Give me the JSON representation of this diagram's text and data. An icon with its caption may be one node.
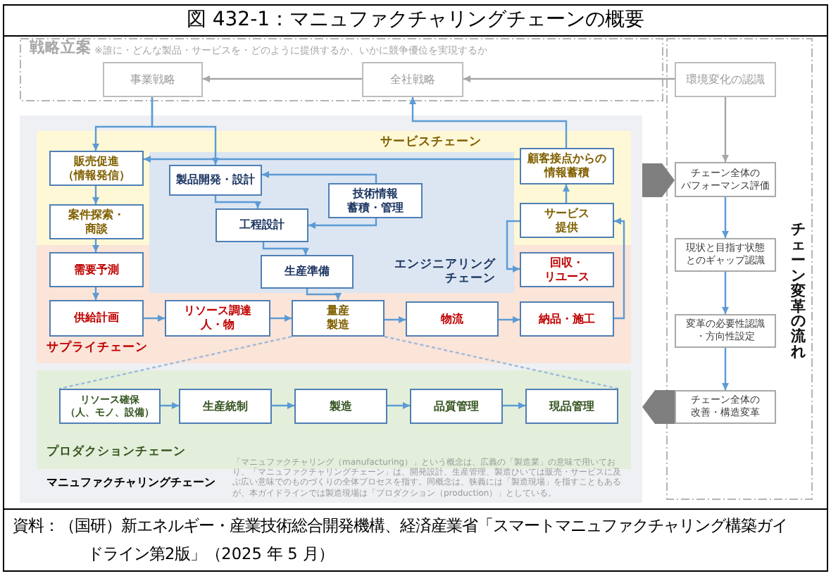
{
  "diagram": {
    "title": "図 432-1：マニュファクチャリングチェーンの概要",
    "nodes": [
      {
        "text": [
          "戦略立案",
          "※誰に・どんな製品・サービスを・どのように提供するか、いかに競争優位を実現するか"
        ]
      },
      {
        "text": [
          "事業戦略"
        ],
        "in": 0
      },
      {
        "text": [
          "全社戦略"
        ],
        "in": 0
      },
      {
        "text": [
          "チェーン変革の流れ"
        ]
      },
      {
        "text": [
          "環境変化の認識"
        ],
        "in": 3
      },
      {
        "text": [
          "チェーン全体のパフォーマンス評価"
        ],
        "in": 3
      },
      {
        "text": [
          "現状と目指す状態とのギャップ認識"
        ],
        "in": 3
      },
      {
        "text": [
          "変革の必要性認識・方向性設定"
        ],
        "in": 3
      },
      {
        "text": [
          "チェーン全体の改善・構造変革"
        ],
        "in": 3
      },
      {
        "text": [
          "マニュファクチャリングチェーン"
        ]
      },
      {
        "text": [
          "サービスチェーン"
        ],
        "in": 9
      },
      {
        "text": [
          "販売促進（情報発信）"
        ],
        "in": 10
      },
      {
        "text": [],
        "shape": "box",
        "in": 10
      },
      {
        "text": [
          "製品開発・設計"
        ],
        "in": 12
      },
      {
        "text": [
          "顧客接点からの情報蓄積"
        ],
        "in": 10
      },
      {
        "text": [
          "技術情報蓄積・管理"
        ],
        "in": 12
      },
      {
        "text": [
          "工程設計"
        ],
        "in": 12
      },
      {
        "text": [
          "案件探索・商談"
        ],
        "in": 10
      },
      {
        "text": [
          "サービス提供"
        ],
        "in": 10
      },
      {
        "text": [
          "サプライチェーン"
        ],
        "in": 9
      },
      {
        "text": [
          "エンジニアリングチェーン"
        ],
        "in": 19
      },
      {
        "text": [
          "需要予測"
        ],
        "in": 19
      },
      {
        "text": [
          "生産準備"
        ],
        "in": 20
      },
      {
        "text": [
          "回収・リユース"
        ],
        "in": 19
      },
      {
        "text": [
          "供給計画"
        ],
        "in": 19
      },
      {
        "text": [
          "リソース調達人・物"
        ],
        "in": 19
      },
      {
        "text": [
          "量産製造"
        ],
        "in": 19
      },
      {
        "text": [
          "物流"
        ],
        "in": 19
      },
      {
        "text": [
          "納品・施工"
        ],
        "in": 19
      },
      {
        "text": [
          "プロダクションチェーン"
        ],
        "in": 9
      },
      {
        "text": [
          "リソース確保（人、モノ、設備）"
        ],
        "in": 29
      },
      {
        "text": [
          "生産統制"
        ],
        "in": 29
      },
      {
        "text": [
          "製造"
        ],
        "in": 29
      },
      {
        "text": [
          "品質管理"
        ],
        "in": 29
      },
      {
        "text": [
          "現品管理"
        ],
        "in": 29
      }
    ],
    "edges": [
      {
        "from": 4,
        "to": 2,
        "arrow": "to",
        "color": "#a6a6a6"
      },
      {
        "from": 2,
        "to": 1,
        "arrow": "to",
        "color": "#a6a6a6"
      },
      {
        "from": 1,
        "to": 11,
        "arrow": "to"
      },
      {
        "from": 1,
        "to": 13,
        "arrow": "to"
      },
      {
        "from": 14,
        "to": 2,
        "arrow": "to"
      },
      {
        "from": 14,
        "to": 11,
        "arrow": "to"
      },
      {
        "from": 15,
        "to": 13,
        "arrow": "to"
      },
      {
        "from": 15,
        "to": 16,
        "arrow": "to"
      },
      {
        "from": 13,
        "to": 16,
        "arrow": "to"
      },
      {
        "from": 16,
        "to": 22,
        "arrow": "to"
      },
      {
        "from": 22,
        "to": 26,
        "arrow": "to"
      },
      {
        "from": 11,
        "to": 17,
        "arrow": "to"
      },
      {
        "from": 17,
        "to": 21,
        "arrow": "to"
      },
      {
        "from": 21,
        "to": 24,
        "arrow": "to"
      },
      {
        "from": 24,
        "to": 25,
        "arrow": "to"
      },
      {
        "from": 25,
        "to": 26,
        "arrow": "to"
      },
      {
        "from": 26,
        "to": 27,
        "arrow": "to"
      },
      {
        "from": 27,
        "to": 28,
        "arrow": "to"
      },
      {
        "from": 28,
        "to": 18,
        "arrow": "to"
      },
      {
        "from": 18,
        "to": 14,
        "arrow": "to"
      },
      {
        "from": 18,
        "to": 23,
        "arrow": "to"
      },
      {
        "from": 30,
        "to": 31,
        "arrow": "to"
      },
      {
        "from": 31,
        "to": 32,
        "arrow": "to"
      },
      {
        "from": 32,
        "to": 33,
        "arrow": "to"
      },
      {
        "from": 33,
        "to": 34,
        "arrow": "to"
      },
      {
        "from": 26,
        "to": 30,
        "arrow": "none",
        "style": "dashed",
        "color": "#9dbbdc"
      },
      {
        "from": 26,
        "to": 34,
        "arrow": "none",
        "style": "dashed",
        "color": "#9dbbdc"
      },
      {
        "from": 4,
        "to": 5,
        "arrow": "to",
        "color": "#a6a6a6"
      },
      {
        "from": 5,
        "to": 6,
        "arrow": "to"
      },
      {
        "from": 6,
        "to": 7,
        "arrow": "to"
      },
      {
        "from": 7,
        "to": 8,
        "arrow": "to"
      },
      {
        "from": 9,
        "to": 5,
        "arrow": "to",
        "style": "thick",
        "color": "#7f7f7f"
      },
      {
        "from": 8,
        "to": 9,
        "arrow": "to",
        "style": "thick",
        "color": "#7f7f7f"
      }
    ],
    "labels": [
      "「マニュファクチャリング（manufacturing）」という概念は、広義の「製造業」の意味で用いており、「マニュファクチャリングチェーン」は、開発設計、生産管理、製造ひいては販売・サービスに及ぶ広い意味でのものづくりの全体プロセスを指す。同概念は、狭義には「製造現場」を指すこともあるが、本ガイドラインでは製造現場は「プロダクション（production）」としている。",
      "資料：（国研）新エネルギー・産業技術総合開発機構、経済産業省「スマートマニュファクチャリング構築ガイドライン第2版」（2025 年 5 月）"
    ]
  }
}
